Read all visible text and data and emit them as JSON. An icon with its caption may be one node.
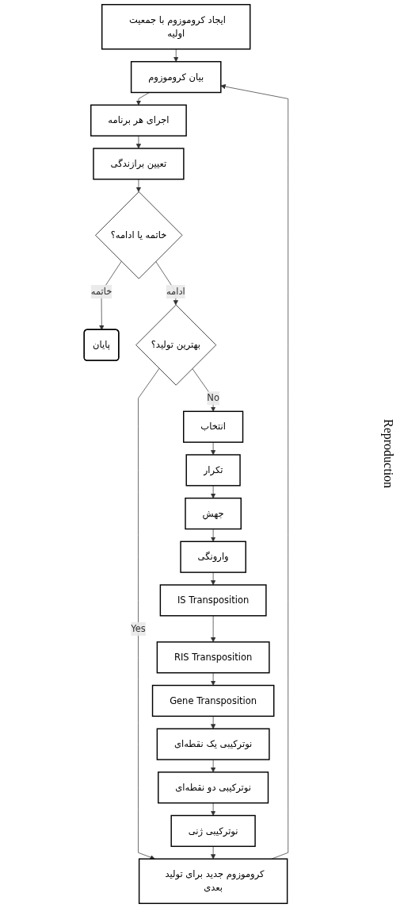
{
  "diagram": {
    "nodes": [
      {
        "text": [
          "ایجاد کروموزوم با جمعیت اولیه"
        ]
      },
      {
        "text": [
          "بیان کروموزوم"
        ]
      },
      {
        "text": [
          "اجرای هر برنامه"
        ]
      },
      {
        "text": [
          "تعیین برازندگی"
        ]
      },
      {
        "text": [
          "خاتمه یا ادامه؟"
        ]
      },
      {
        "text": [
          "پایان"
        ]
      },
      {
        "text": [
          "بهترین تولید؟"
        ]
      },
      {
        "text": [
          "انتخاب"
        ]
      },
      {
        "text": [
          "تکرار"
        ]
      },
      {
        "text": [
          "جهش"
        ]
      },
      {
        "text": [
          "وارونگی"
        ]
      },
      {
        "text": [
          "IS Transposition"
        ]
      },
      {
        "text": [
          "RIS Transposition"
        ]
      },
      {
        "text": [
          "Gene Transposition"
        ]
      },
      {
        "text": [
          "نوترکیبی یک نقطه‌ای"
        ]
      },
      {
        "text": [
          "نوترکیبی دو نقطه‌ای"
        ]
      },
      {
        "text": [
          "نوترکیبی ژنی"
        ]
      },
      {
        "text": [
          "کروموزوم جدید برای تولید بعدی"
        ]
      }
    ],
    "edges": [
      {
        "from": 0,
        "to": 1,
        "arrow": "to"
      },
      {
        "from": 1,
        "to": 2,
        "arrow": "to"
      },
      {
        "from": 2,
        "to": 3,
        "arrow": "to"
      },
      {
        "from": 3,
        "to": 4,
        "arrow": "to"
      },
      {
        "from": 4,
        "to": 5,
        "arrow": "to",
        "label": "خاتمه"
      },
      {
        "from": 4,
        "to": 6,
        "arrow": "to",
        "label": "ادامه"
      },
      {
        "from": 6,
        "to": 17,
        "arrow": "to",
        "label": "Yes"
      },
      {
        "from": 6,
        "to": 7,
        "arrow": "to",
        "label": "No"
      },
      {
        "from": 7,
        "to": 8,
        "arrow": "to"
      },
      {
        "from": 8,
        "to": 9,
        "arrow": "to"
      },
      {
        "from": 9,
        "to": 10,
        "arrow": "to"
      },
      {
        "from": 10,
        "to": 11,
        "arrow": "to"
      },
      {
        "from": 11,
        "to": 12,
        "arrow": "to"
      },
      {
        "from": 12,
        "to": 13,
        "arrow": "to"
      },
      {
        "from": 13,
        "to": 14,
        "arrow": "to"
      },
      {
        "from": 14,
        "to": 15,
        "arrow": "to"
      },
      {
        "from": 15,
        "to": 16,
        "arrow": "to"
      },
      {
        "from": 16,
        "to": 17,
        "arrow": "to"
      },
      {
        "from": 17,
        "to": 1,
        "arrow": "to"
      }
    ],
    "labels": [
      "Reproduction"
    ]
  }
}
